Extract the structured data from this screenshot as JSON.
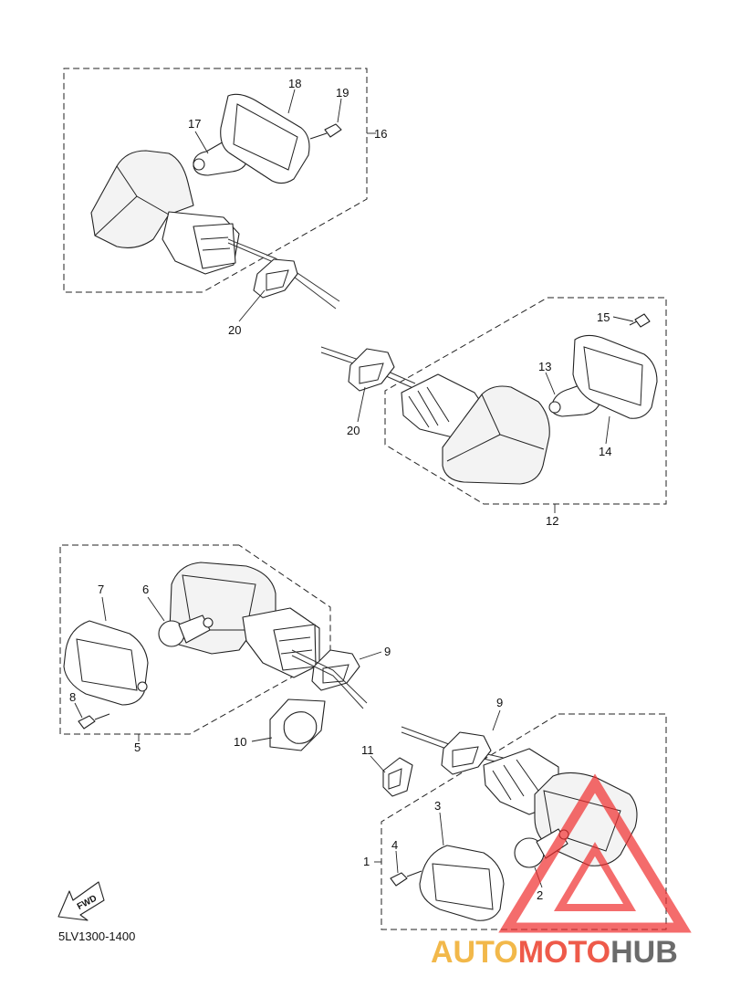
{
  "diagram": {
    "reference_code": "5LV1300-1400",
    "direction_label": "FWD",
    "callouts": [
      {
        "id": "c18",
        "label": "18"
      },
      {
        "id": "c19",
        "label": "19"
      },
      {
        "id": "c17",
        "label": "17"
      },
      {
        "id": "c16",
        "label": "16"
      },
      {
        "id": "c20a",
        "label": "20"
      },
      {
        "id": "c15",
        "label": "15"
      },
      {
        "id": "c13",
        "label": "13"
      },
      {
        "id": "c20b",
        "label": "20"
      },
      {
        "id": "c14",
        "label": "14"
      },
      {
        "id": "c12",
        "label": "12"
      },
      {
        "id": "c7",
        "label": "7"
      },
      {
        "id": "c6",
        "label": "6"
      },
      {
        "id": "c9a",
        "label": "9"
      },
      {
        "id": "c8",
        "label": "8"
      },
      {
        "id": "c10",
        "label": "10"
      },
      {
        "id": "c5",
        "label": "5"
      },
      {
        "id": "c9b",
        "label": "9"
      },
      {
        "id": "c11",
        "label": "11"
      },
      {
        "id": "c3",
        "label": "3"
      },
      {
        "id": "c4",
        "label": "4"
      },
      {
        "id": "c1",
        "label": "1"
      },
      {
        "id": "c2",
        "label": "2"
      }
    ]
  },
  "watermark": {
    "part1": "AUTO",
    "part2": "MOTO",
    "part3": "HUB",
    "colors": {
      "triangle": "#ef2e2e",
      "auto": "#f2b84a",
      "moto": "#ee5a4a",
      "hub": "#6b6b6b"
    }
  }
}
